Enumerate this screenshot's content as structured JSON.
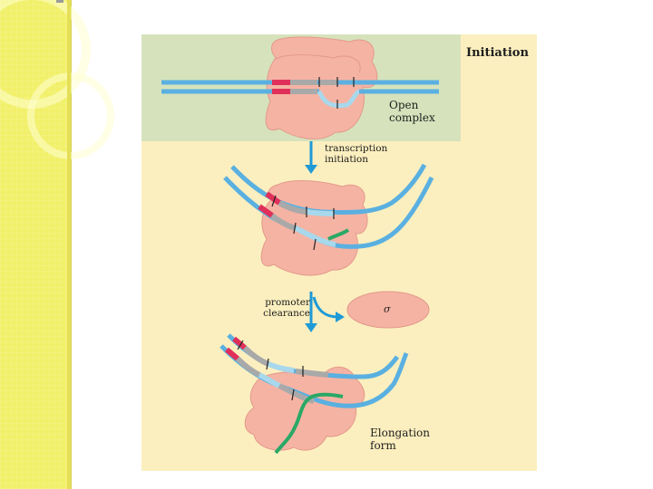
{
  "slide": {
    "stage_title": "Initiation",
    "open_complex_label": "Open complex",
    "step1_label": "transcription initiation",
    "step2_label": "promoter clearance",
    "sigma_label": "σ",
    "elongation_label": "Elongation form"
  },
  "colors": {
    "sidebar": "#f2f06a",
    "figure_background": "#fcefbf",
    "initiation_panel": "#d6e2bc",
    "polymerase": "#f5b3a3",
    "dna_strand": "#5ab0e0",
    "transcription_bubble": "#a8d8ec",
    "promoter_element": "#e0305a",
    "promoter_spacer": "#a9a9a9",
    "rna_transcript": "#2aa866",
    "arrow": "#1f9ad6"
  },
  "icons": {
    "process_arrow": "down-arrow-icon",
    "release_arrow": "curved-right-arrow-icon"
  }
}
